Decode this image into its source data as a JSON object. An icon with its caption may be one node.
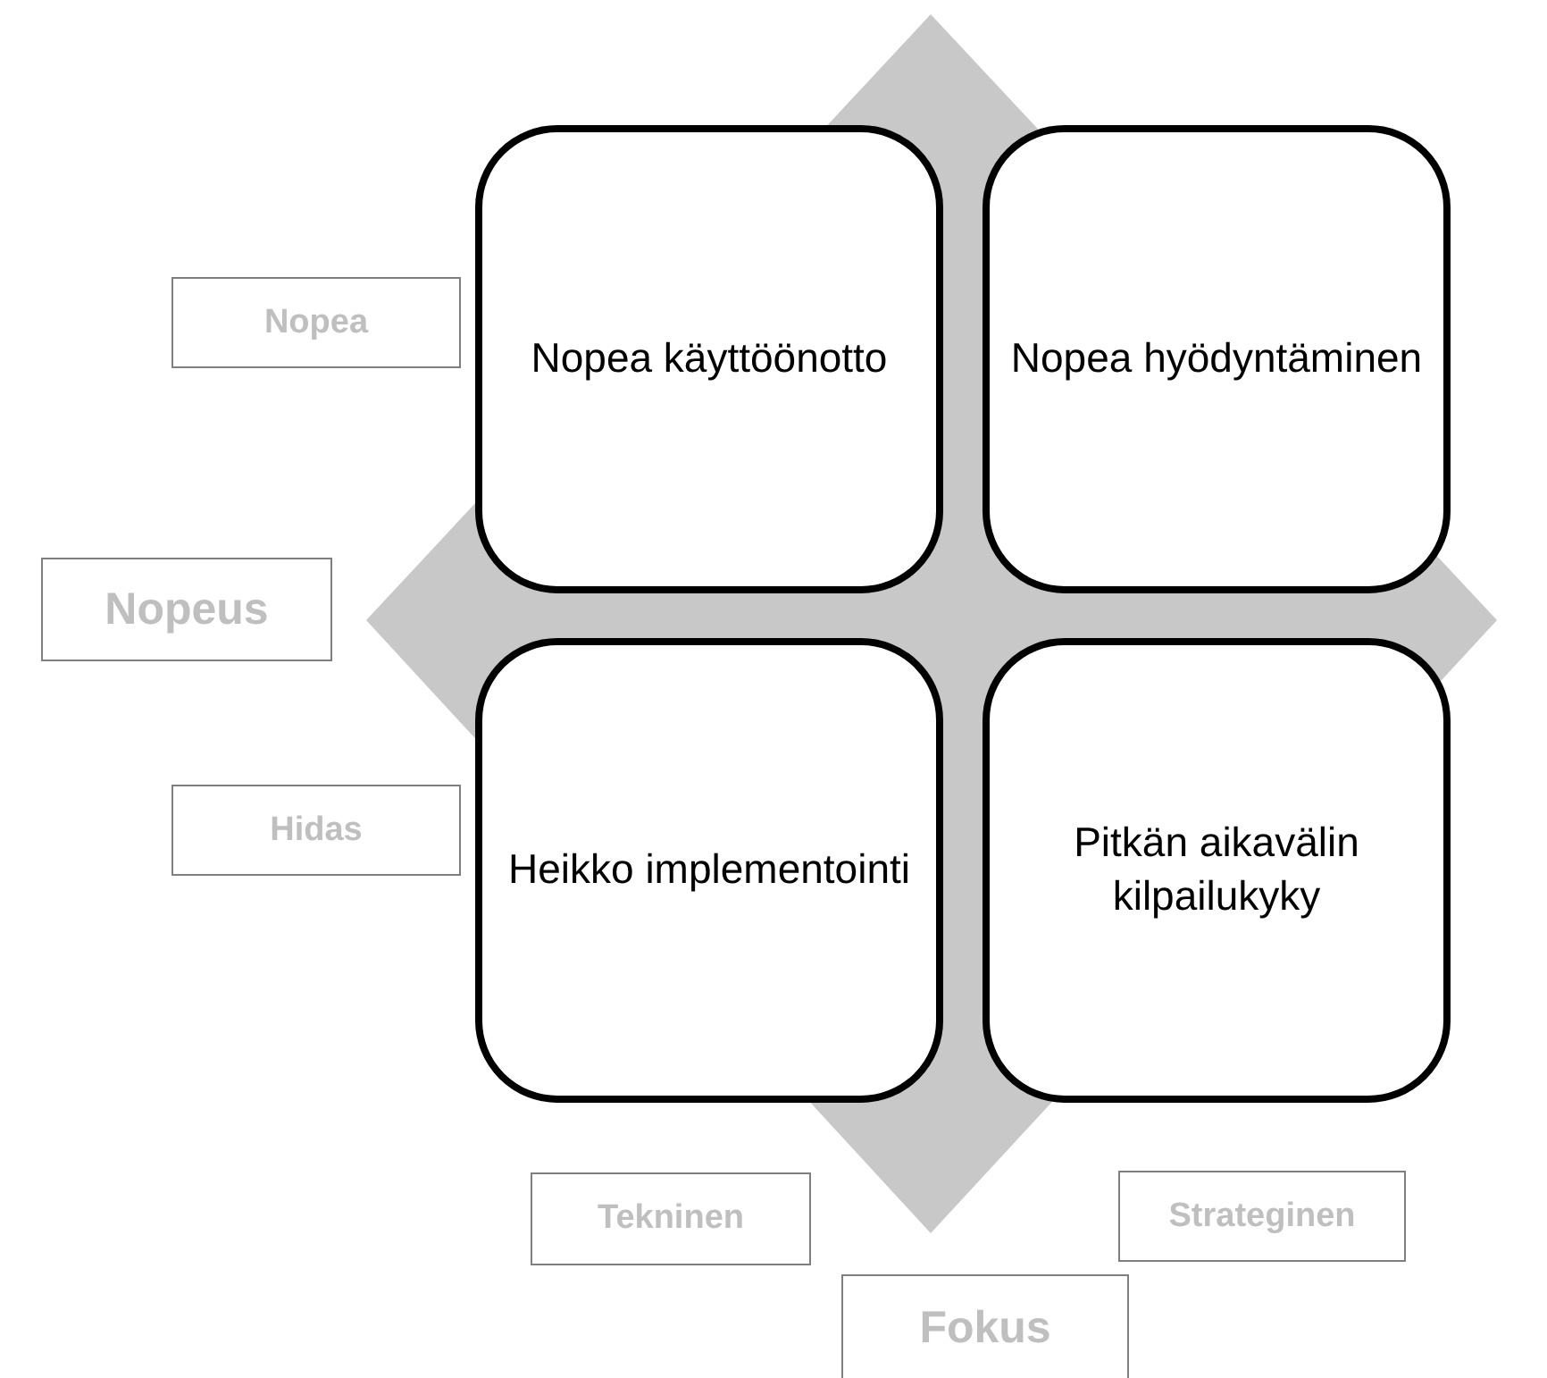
{
  "diagram": {
    "nodes": [
      {
        "text": [
          "Nopea"
        ]
      },
      {
        "text": [
          "Nopea käyttöönotto"
        ]
      },
      {
        "text": [
          "Nopea hyödyntäminen"
        ]
      },
      {
        "text": [
          "Nopeus"
        ]
      },
      {
        "text": [
          "Hidas"
        ]
      },
      {
        "text": [
          "Heikko implementointi"
        ]
      },
      {
        "text": [
          "Pitkän aikavälin kilpailukyky"
        ]
      },
      {
        "text": [
          "Tekninen"
        ]
      },
      {
        "text": [
          "Strateginen"
        ]
      },
      {
        "text": [
          "Fokus"
        ]
      }
    ]
  }
}
